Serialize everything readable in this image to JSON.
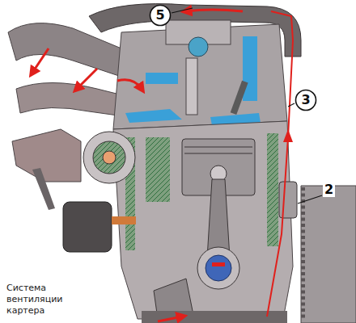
{
  "diagram": {
    "caption": "Система вентиляции картера",
    "nodes": [
      {
        "text": [
          "5"
        ]
      },
      {
        "text": [
          "3"
        ]
      }
    ],
    "labels": [
      "2"
    ]
  }
}
